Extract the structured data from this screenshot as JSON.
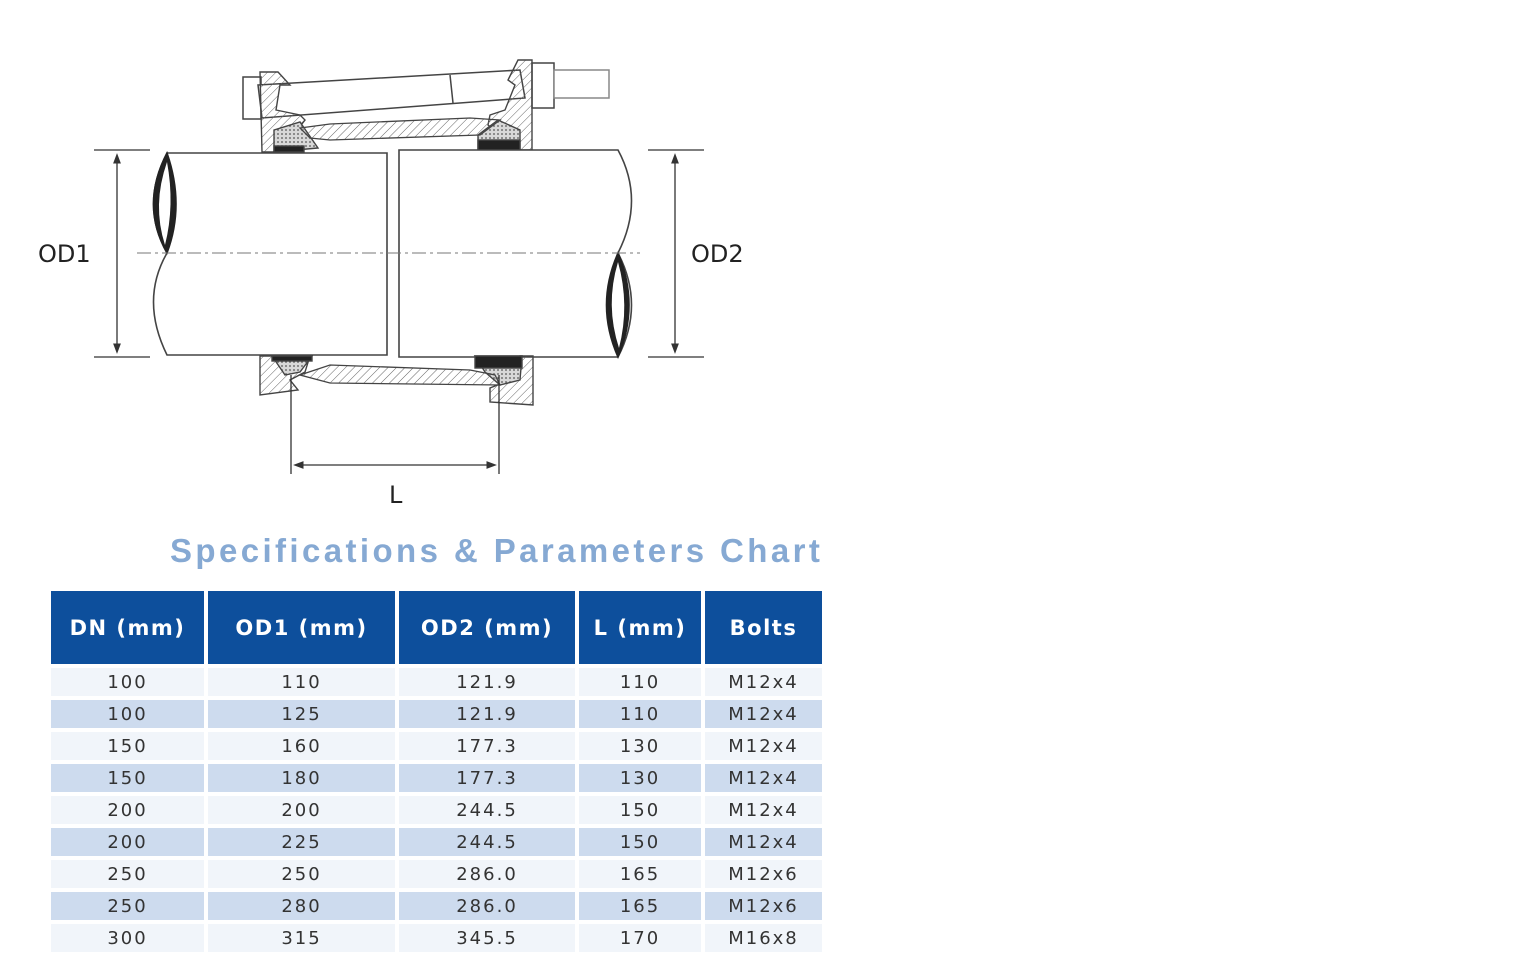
{
  "diagram": {
    "labels": {
      "od1": "OD1",
      "od2": "OD2",
      "length": "L"
    }
  },
  "title": "Specifications & Parameters Chart",
  "table": {
    "headers": [
      "DN (mm)",
      "OD1 (mm)",
      "OD2 (mm)",
      "L (mm)",
      "Bolts"
    ],
    "rows": [
      [
        "100",
        "110",
        "121.9",
        "110",
        "M12x4"
      ],
      [
        "100",
        "125",
        "121.9",
        "110",
        "M12x4"
      ],
      [
        "150",
        "160",
        "177.3",
        "130",
        "M12x4"
      ],
      [
        "150",
        "180",
        "177.3",
        "130",
        "M12x4"
      ],
      [
        "200",
        "200",
        "244.5",
        "150",
        "M12x4"
      ],
      [
        "200",
        "225",
        "244.5",
        "150",
        "M12x4"
      ],
      [
        "250",
        "250",
        "286.0",
        "165",
        "M12x6"
      ],
      [
        "250",
        "280",
        "286.0",
        "165",
        "M12x6"
      ],
      [
        "300",
        "315",
        "345.5",
        "170",
        "M16x8"
      ]
    ]
  },
  "colors": {
    "header_bg": "#0d4f9c",
    "title": "#86a9d3",
    "row_light": "#f1f5fa",
    "row_dark": "#cddbee"
  }
}
